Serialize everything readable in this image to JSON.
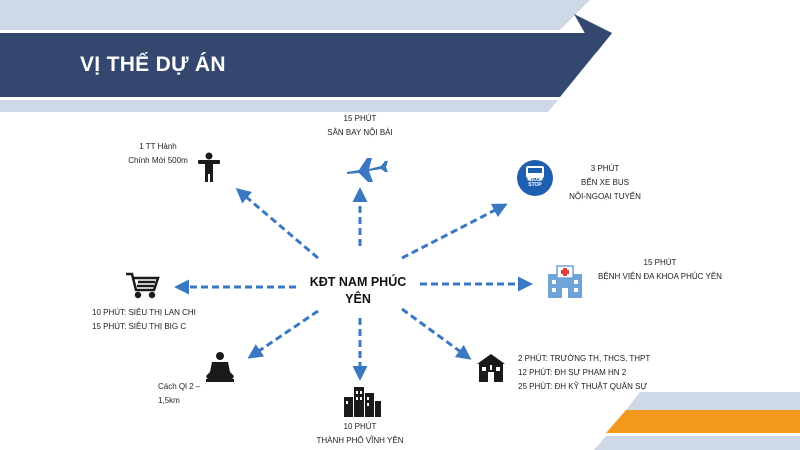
{
  "title": "VỊ THẾ DỰ ÁN",
  "center": {
    "line1": "KĐT NAM PHÚC",
    "line2": "YÊN"
  },
  "nodes": {
    "airport": {
      "line1": "15 PHÚT",
      "line2": "SÂN BAY NỘI BÀI"
    },
    "admin": {
      "line1": "1 TT Hành",
      "line2": "Chính Mới 500m"
    },
    "bus": {
      "line1": "3 PHÚT",
      "line2": "BẾN XE BUS",
      "line3": "NỘI-NGOẠI TUYẾN",
      "badge_top": "BUS",
      "badge_bottom": "STOP"
    },
    "hospital": {
      "line1": "15 PHÚT",
      "line2": "BỆNH VIỆN ĐA KHOA PHÚC YÊN"
    },
    "market": {
      "line1": "10 PHÚT: SIÊU THỊ LAN CHI",
      "line2": "15 PHÚT: SIÊU THỊ BIG C"
    },
    "school": {
      "line1": "2 PHÚT: TRƯỜNG TH, THCS, THPT",
      "line2": "12 PHÚT: ĐH SƯ PHẠM HN 2",
      "line3": "25 PHÚT: ĐH KỸ THUẬT QUÂN SỰ"
    },
    "highway": {
      "line1": "Cách Ql 2 –",
      "line2": "1,5km"
    },
    "city": {
      "line1": "10 PHÚT",
      "line2": "THÀNH PHỐ VĨNH YÊN"
    }
  },
  "colors": {
    "navy": "#34476e",
    "light_band": "#cfd8e6",
    "arrow": "#3a78c2",
    "orange": "#f39a1d",
    "bus_blue": "#1f5fb0",
    "icon_dark": "#1a1a1a"
  },
  "icons": [
    "airplane-icon",
    "government-icon",
    "bus-stop-icon",
    "hospital-icon",
    "shopping-cart-icon",
    "school-icon",
    "road-icon",
    "city-buildings-icon"
  ]
}
